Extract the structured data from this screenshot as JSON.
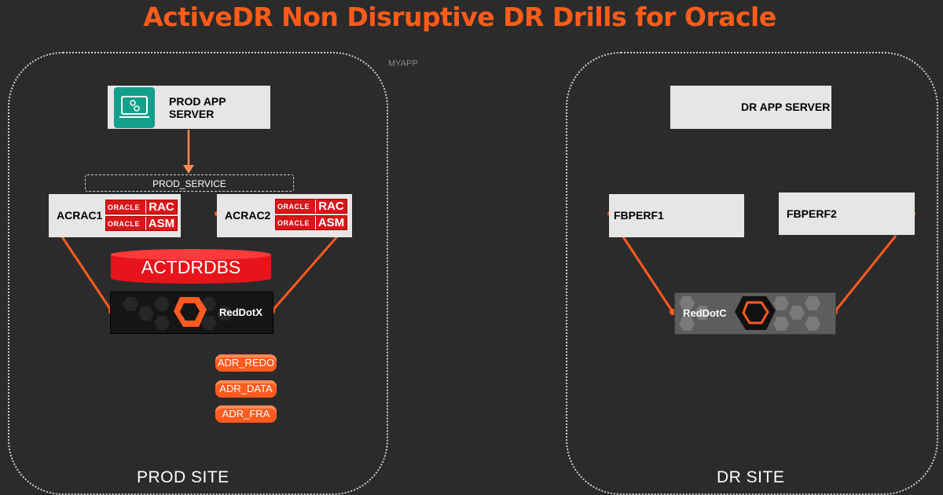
{
  "title": "ActiveDR Non Disruptive DR Drills for Oracle",
  "watermark": "MYAPP",
  "prod_site": {
    "label": "PROD SITE",
    "app_server": "PROD APP SERVER",
    "service": "PROD_SERVICE",
    "nodes": [
      {
        "name": "ACRAC1",
        "badges": [
          {
            "vendor": "ORACLE",
            "tag": "RAC"
          },
          {
            "vendor": "ORACLE",
            "tag": "ASM"
          }
        ]
      },
      {
        "name": "ACRAC2",
        "badges": [
          {
            "vendor": "ORACLE",
            "tag": "RAC"
          },
          {
            "vendor": "ORACLE",
            "tag": "ASM"
          }
        ]
      }
    ],
    "database": "ACTDRDBS",
    "array": "RedDotX",
    "volumes": [
      "ADR_REDO",
      "ADR_DATA",
      "ADR_FRA"
    ]
  },
  "dr_site": {
    "label": "DR SITE",
    "app_server": "DR APP SERVER",
    "nodes": [
      {
        "name": "FBPERF1"
      },
      {
        "name": "FBPERF2"
      }
    ],
    "array": "RedDotC"
  },
  "colors": {
    "accent": "#ff5c1a",
    "oracle_red": "#d8171b",
    "app_icon": "#13a08a",
    "background": "#2b2b2b"
  }
}
